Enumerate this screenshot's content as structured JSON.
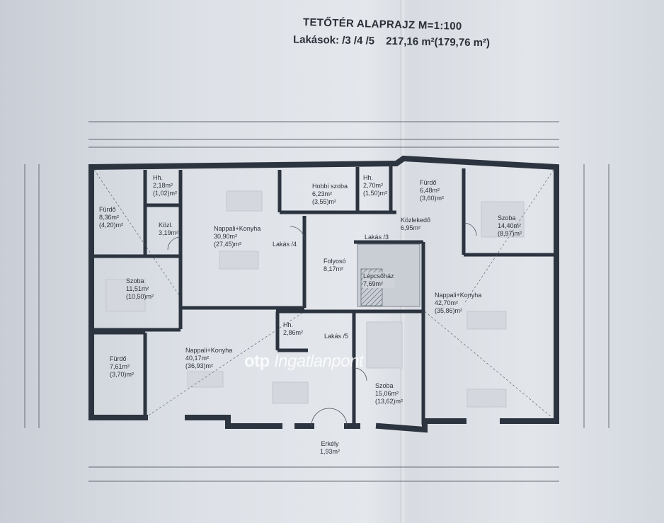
{
  "header": {
    "title": "TETŐTÉR ALAPRAJZ M=1:100",
    "apartments": "Lakások: /3 /4 /5",
    "area_total": "217,16 m²(179,76 m²)"
  },
  "apartment_labels": [
    "Lakás /4",
    "Lakás /3",
    "Lakás /5"
  ],
  "rooms": [
    {
      "name": "Fürdő",
      "area": "8,36m²",
      "net": "(4,20)m²"
    },
    {
      "name": "Hh.",
      "area": "2,18m²",
      "net": "(1,02)m²"
    },
    {
      "name": "Közl.",
      "area": "3,19m²",
      "net": ""
    },
    {
      "name": "Nappali+Konyha",
      "area": "30,90m²",
      "net": "(27,45)m²"
    },
    {
      "name": "Hobbi szoba",
      "area": "6,23m²",
      "net": "(3,55)m²"
    },
    {
      "name": "Hh.",
      "area": "2,70m²",
      "net": "(1,50)m²"
    },
    {
      "name": "Fürdő",
      "area": "6,48m²",
      "net": "(3,60)m²"
    },
    {
      "name": "Szoba",
      "area": "14,40m²",
      "net": "(8,97)m²"
    },
    {
      "name": "Közlekedő",
      "area": "6,95m²",
      "net": ""
    },
    {
      "name": "Szoba",
      "area": "11,51m²",
      "net": "(10,50)m²"
    },
    {
      "name": "Folyosó",
      "area": "8,17m²",
      "net": ""
    },
    {
      "name": "Lépcsőház",
      "area": "7,69m²",
      "net": ""
    },
    {
      "name": "Nappali+Konyha",
      "area": "42,70m²",
      "net": "(35,86)m²"
    },
    {
      "name": "Hh.",
      "area": "2,86m²",
      "net": ""
    },
    {
      "name": "Fürdő",
      "area": "7,61m²",
      "net": "(3,70)m²"
    },
    {
      "name": "Nappali+Konyha",
      "area": "40,17m²",
      "net": "(36,93)m²"
    },
    {
      "name": "Szoba",
      "area": "15,06m²",
      "net": "(13,62)m²"
    },
    {
      "name": "Erkély",
      "area": "1,93m²",
      "net": ""
    }
  ],
  "watermark": {
    "brand": "otp",
    "suffix": "Ingatlanpont"
  },
  "colors": {
    "wall": "#2c3440",
    "paper": "#e0e3e8"
  }
}
